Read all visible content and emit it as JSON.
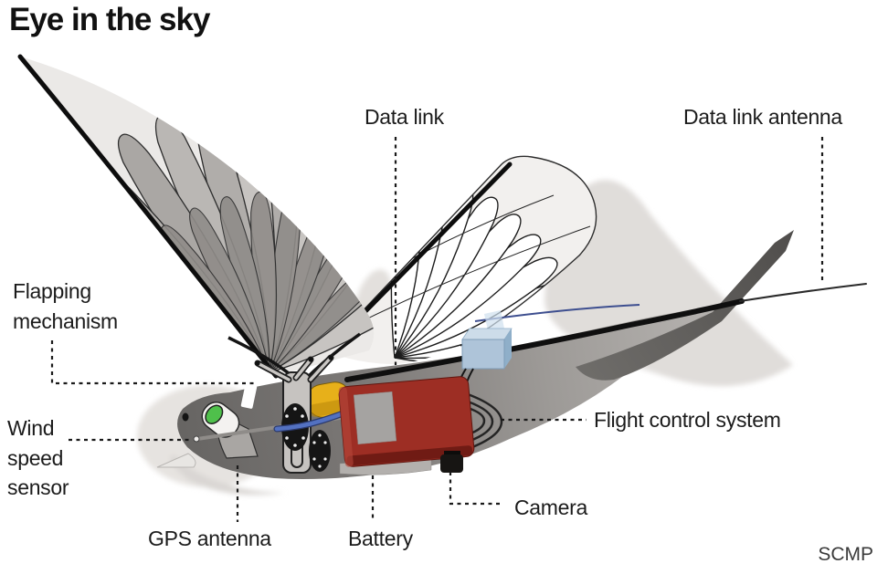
{
  "title": "Eye in the sky",
  "credit": "SCMP",
  "diagram": {
    "subject": "bird-shaped surveillance drone (ornithopter) with labelled components",
    "labels": {
      "data_link": "Data link",
      "data_link_antenna": "Data link antenna",
      "flapping_mechanism": "Flapping mechanism",
      "wind_speed_sensor": "Wind speed sensor",
      "gps_antenna": "GPS antenna",
      "battery": "Battery",
      "camera": "Camera",
      "flight_control_system": "Flight control system"
    },
    "colors": {
      "battery_red": "#9d2e24",
      "battery_red_dark": "#701b14",
      "motor_yellow": "#e7b01a",
      "data_link_blue": "#aec4d9",
      "sensor_green": "#4fc04b",
      "wire_blue": "#5371c1",
      "body_gray": "#6a6866",
      "ghost_gray": "#e0ddda",
      "line_black": "#1a1a1a"
    }
  }
}
